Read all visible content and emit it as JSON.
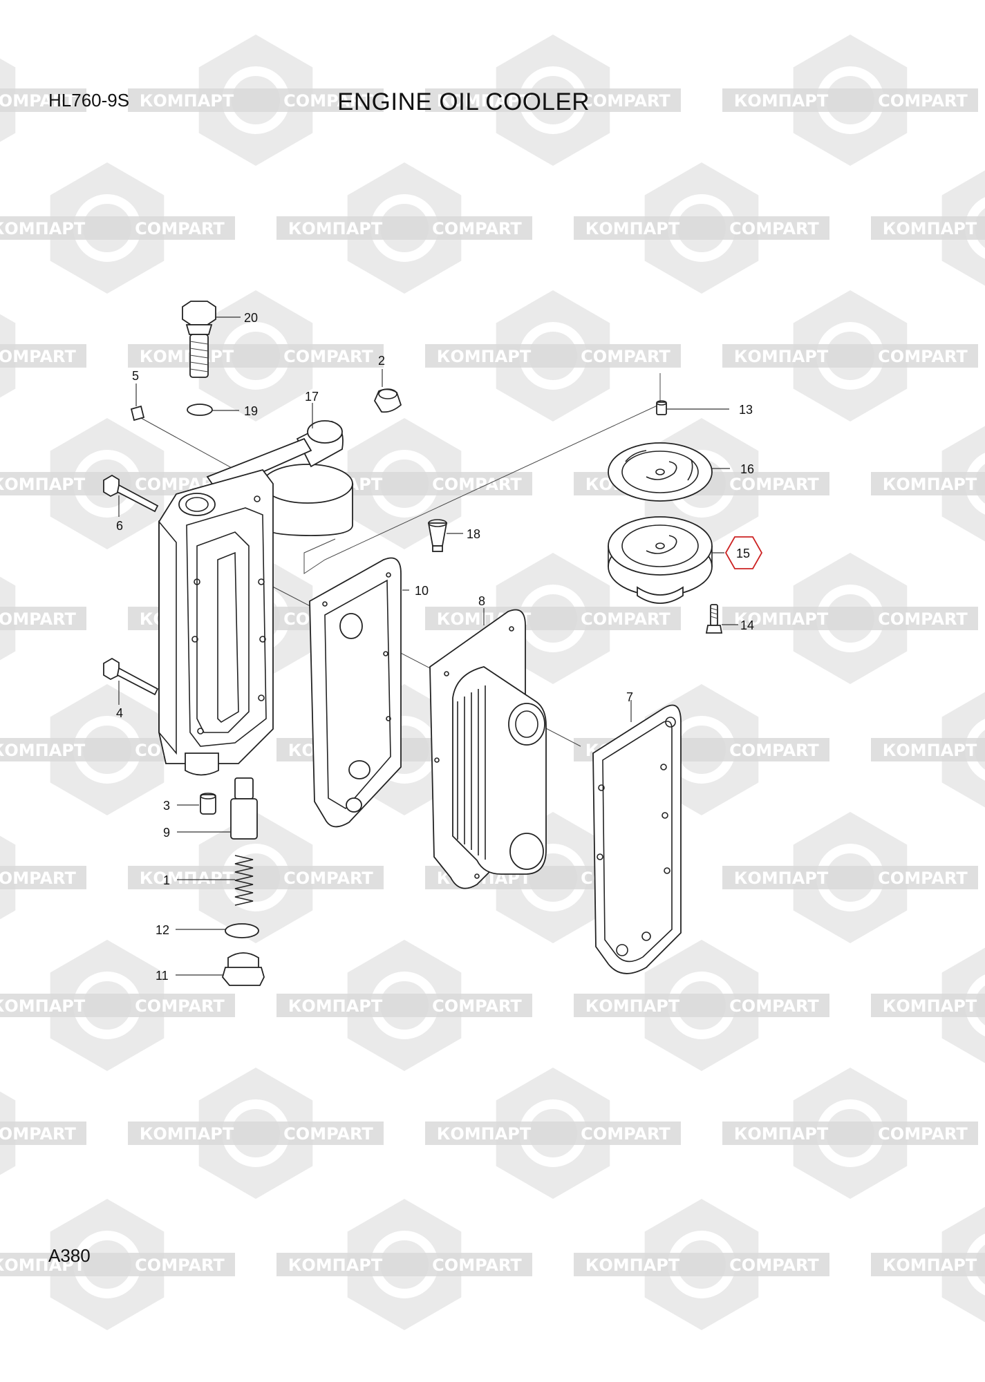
{
  "header": {
    "model": "HL760-9S",
    "title": "ENGINE OIL COOLER"
  },
  "footer": {
    "page_ref": "A380"
  },
  "watermark": {
    "text_cyrillic": "КОМПАРТ",
    "text_latin": "COMPART",
    "color": "#d9d9d9"
  },
  "highlight_color": "#cc2222",
  "callouts": {
    "c1": "1",
    "c2": "2",
    "c3": "3",
    "c4": "4",
    "c5": "5",
    "c6": "6",
    "c7": "7",
    "c8": "8",
    "c9": "9",
    "c10": "10",
    "c11": "11",
    "c12": "12",
    "c13": "13",
    "c14": "14",
    "c15": "15",
    "c16": "16",
    "c17": "17",
    "c18": "18",
    "c19": "19",
    "c20": "20"
  },
  "highlighted_callout": "15"
}
